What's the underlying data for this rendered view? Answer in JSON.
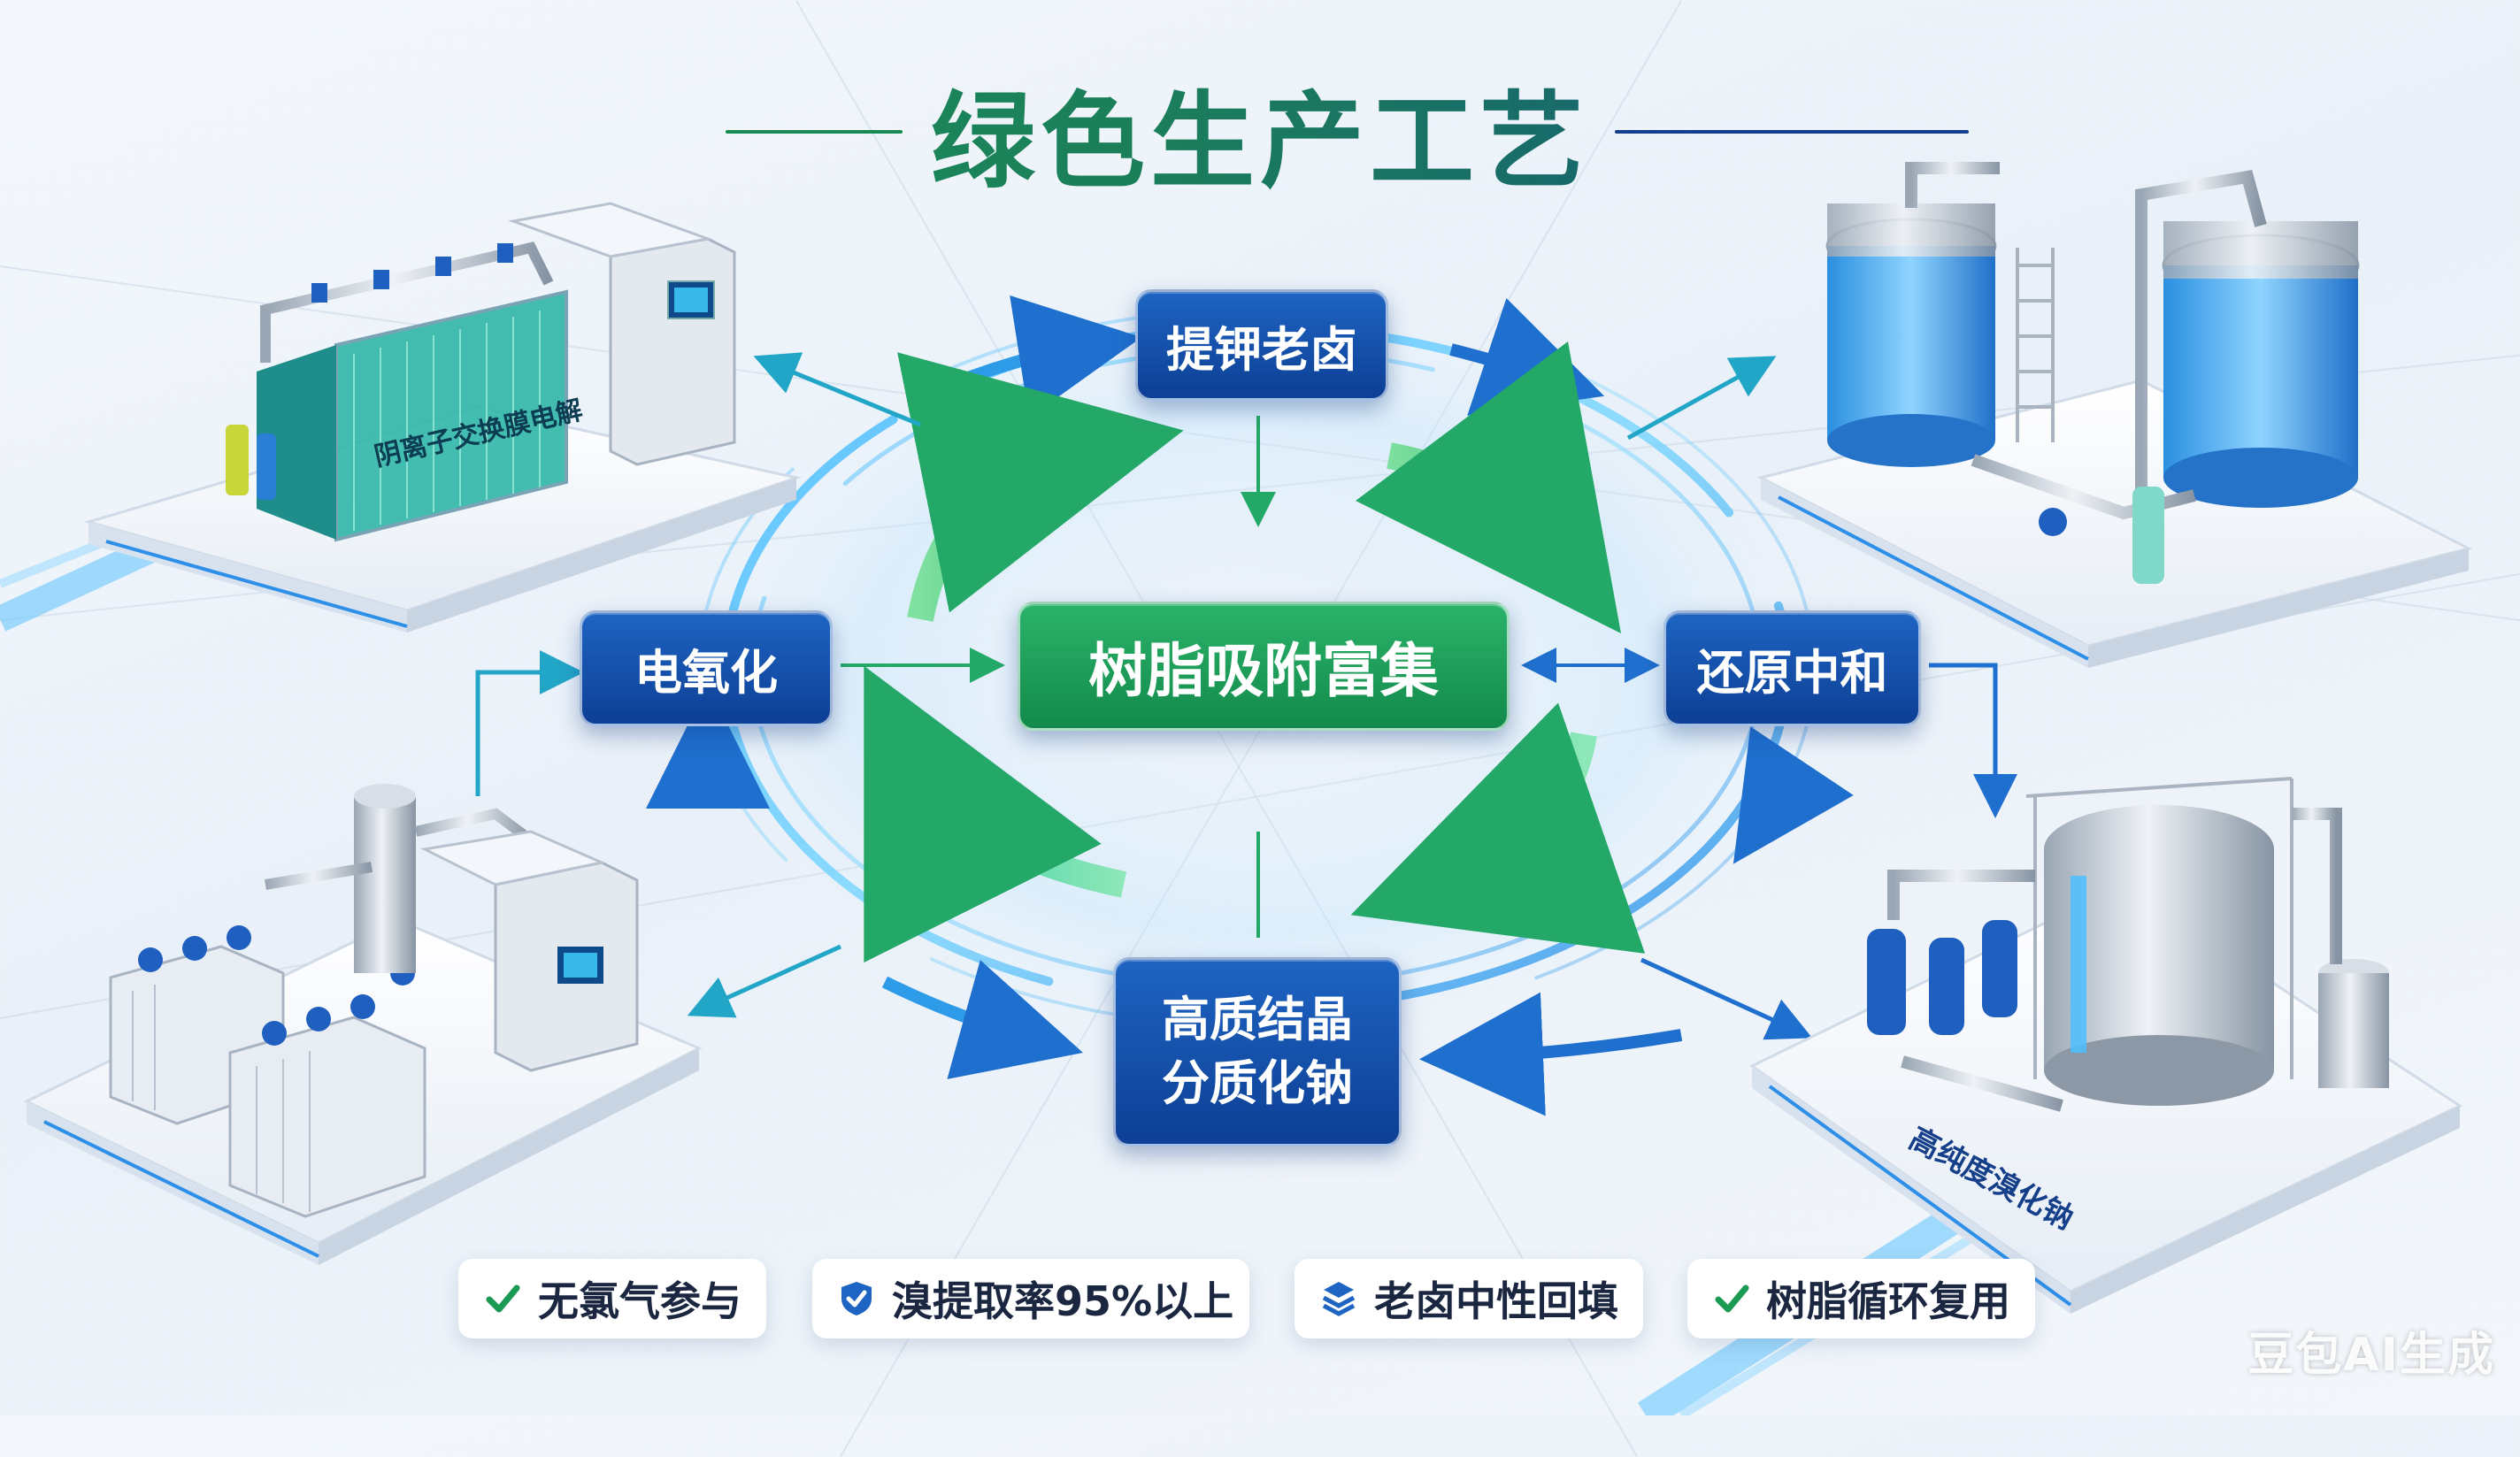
{
  "title": "绿色生产工艺",
  "nodes": {
    "top": "提钾老卤",
    "left": "电氧化",
    "center": "树脂吸附富集",
    "right": "还原中和",
    "bottom_line1": "高质结晶",
    "bottom_line2": "分质化钠"
  },
  "machines": {
    "top_left_label": "阴离子交换膜电解",
    "bottom_right_label": "高纯度溴化钠"
  },
  "badges": [
    {
      "text": "无氯气参与",
      "icon": "check-icon"
    },
    {
      "text": "溴提取率95%以上",
      "icon": "shield-check-icon"
    },
    {
      "text": "老卤中性回填",
      "icon": "shield-layers-icon"
    },
    {
      "text": "树脂循环复用",
      "icon": "check-icon"
    }
  ],
  "watermark": "豆包AI生成",
  "colors": {
    "green": "#1a9a52",
    "blue": "#0d3f95",
    "accent_cyan": "#3fb8ff"
  }
}
